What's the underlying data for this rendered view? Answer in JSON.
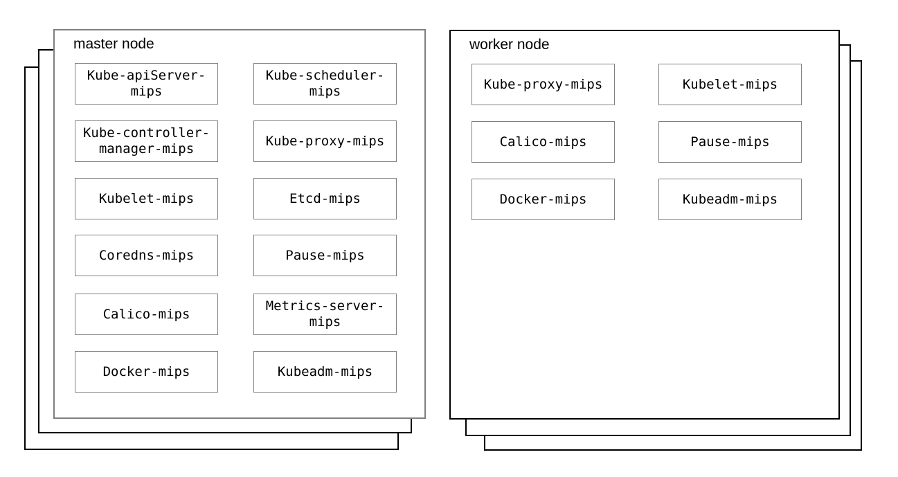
{
  "diagram": {
    "background": "#ffffff",
    "colors": {
      "master_panel_border": "#7f7f7f",
      "worker_panel_border": "#000000",
      "stack_layer_border": "#000000",
      "component_box_border": "#808080",
      "text": "#000000"
    },
    "nodes": [
      {
        "title": "master node",
        "stack_count": 3,
        "components": [
          "Kube-apiServer-mips",
          "Kube-scheduler-mips",
          "Kube-controller-manager-mips",
          "Kube-proxy-mips",
          "Kubelet-mips",
          "Etcd-mips",
          "Coredns-mips",
          "Pause-mips",
          "Calico-mips",
          "Metrics-server-mips",
          "Docker-mips",
          "Kubeadm-mips"
        ]
      },
      {
        "title": "worker node",
        "stack_count": 3,
        "components": [
          "Kube-proxy-mips",
          "Kubelet-mips",
          "Calico-mips",
          "Pause-mips",
          "Docker-mips",
          "Kubeadm-mips"
        ]
      }
    ]
  }
}
